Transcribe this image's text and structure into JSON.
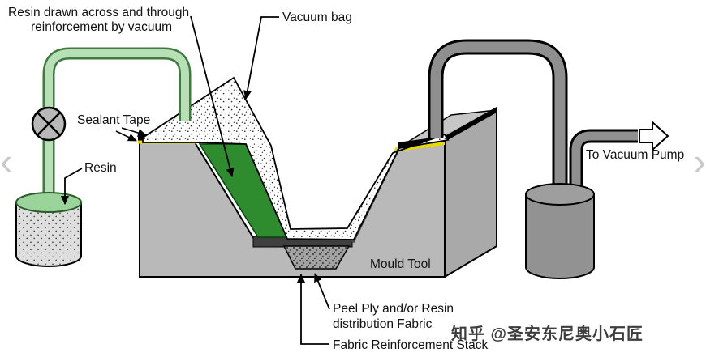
{
  "diagram": {
    "labels": {
      "resin_drawn_line1": "Resin drawn across and through",
      "resin_drawn_line2": "reinforcement by vacuum",
      "vacuum_bag": "Vacuum bag",
      "sealant_tape": "Sealant Tape",
      "resin": "Resin",
      "mould_tool": "Mould Tool",
      "peel_ply_line1": "Peel Ply and/or Resin",
      "peel_ply_line2": "distribution Fabric",
      "fabric_stack": "Fabric Reinforcement Stack",
      "to_vacuum_pump": "To Vacuum Pump"
    },
    "colors": {
      "mould_grey": "#b9b9b9",
      "mould_side_grey": "#a9a9a9",
      "mould_top_grey": "#c6c6c6",
      "resin_green": "#2e8b2e",
      "resin_tube_green": "#b7e0b7",
      "resin_tube_outline": "#3f7a3f",
      "resin_pot_green": "#9ad49a",
      "pump_grey": "#8f8f8f",
      "catchpot_grey": "#929292",
      "catchpot_top_grey": "#9e9e9e",
      "valve_grey": "#b8b8b8",
      "tape_black": "#000000",
      "tape_yellow": "#e8d800",
      "lining_dark": "#3f3f3f"
    }
  },
  "watermark": {
    "text": "知乎 @圣安东尼奥小石匠"
  },
  "nav": {
    "prev": "‹",
    "next": "›"
  }
}
